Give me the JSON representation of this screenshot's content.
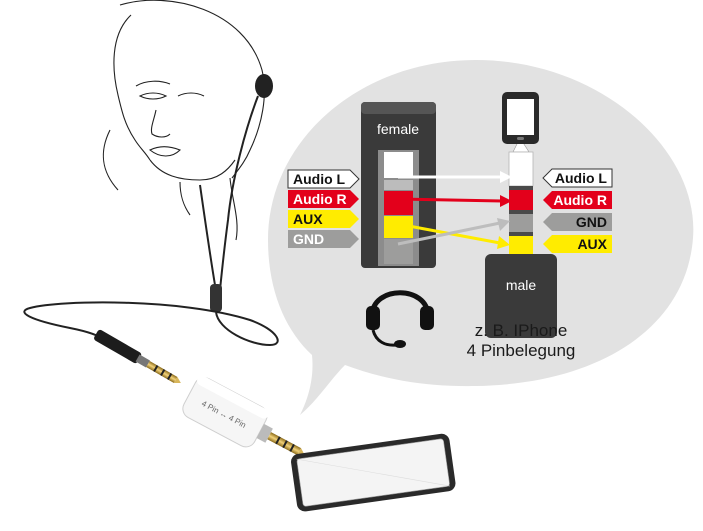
{
  "female_label": "female",
  "male_label": "male",
  "caption_line1": "z. B. IPhone",
  "caption_line2": "4 Pinbelegung",
  "adapter_print": "4 Pin ↔ 4 Pin",
  "left_labels": [
    {
      "text": "Audio L",
      "fill": "#ffffff",
      "color": "#111111"
    },
    {
      "text": "Audio R",
      "fill": "#e3001b",
      "color": "#ffffff"
    },
    {
      "text": "AUX",
      "fill": "#ffec00",
      "color": "#111111"
    },
    {
      "text": "GND",
      "fill": "#9d9d9c",
      "color": "#ffffff"
    }
  ],
  "right_labels": [
    {
      "text": "Audio L",
      "fill": "#ffffff",
      "color": "#111111"
    },
    {
      "text": "Audio R",
      "fill": "#e3001b",
      "color": "#ffffff"
    },
    {
      "text": "GND",
      "fill": "#9d9d9c",
      "color": "#111111"
    },
    {
      "text": "AUX",
      "fill": "#ffec00",
      "color": "#111111"
    }
  ],
  "colors": {
    "bubble": "#e2e2e2",
    "audio_l": "#ffffff",
    "audio_r": "#e3001b",
    "aux": "#ffec00",
    "gnd": "#9d9d9c",
    "plug_body": "#3a3a3a"
  },
  "icons": [
    "woman-with-earphones-icon",
    "headset-icon",
    "smartphone-icon",
    "phone-icon",
    "adapter-icon",
    "jack-plug-icon"
  ]
}
